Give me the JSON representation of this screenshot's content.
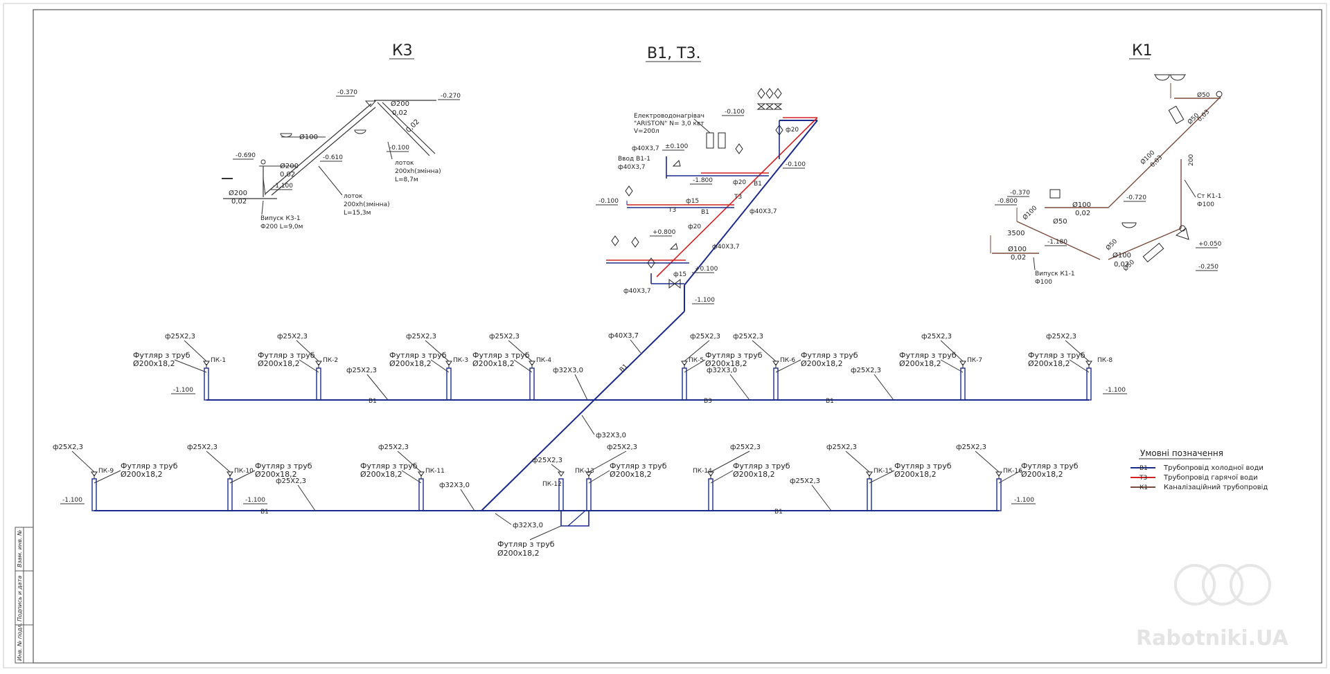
{
  "titles": {
    "k3": "К3",
    "b1t3": "В1,   Т3.",
    "k1": "К1"
  },
  "colors": {
    "cold": "#1a2a8c",
    "hot": "#d42020",
    "sewer": "#7a4a3a",
    "line": "#333333"
  },
  "k3": {
    "levels": [
      "-0.370",
      "-0.270",
      "-0.690",
      "-0.610",
      "-1.100",
      "-0.100"
    ],
    "dims": [
      "Ø200",
      "0,02",
      "Ø100",
      "Ø200",
      "0,02",
      "Ø200",
      "0,02",
      "0,02"
    ],
    "lotok1": [
      "лоток",
      "200xh(змінна)",
      "L=15,3м"
    ],
    "lotok2": [
      "лоток",
      "200xh(змінна)",
      "L=8,7м"
    ],
    "outlet": [
      "Випуск К3-1",
      "Ф200 L=9,0м"
    ]
  },
  "b1": {
    "heater": [
      "Електроводонагрівач",
      "\"ARISTON\" N= 3,0 квт",
      "V=200л"
    ],
    "inlet": [
      "ф40Х3,7",
      "Ввод В1-1",
      "ф40Х3,7"
    ],
    "levels": [
      "-0.100",
      "±0.100",
      "-0.100",
      "-1.800",
      "-0.100",
      "+0.800",
      "+0.100",
      "-1.100"
    ],
    "dims": [
      "ф20",
      "ф20",
      "ф15",
      "ф40Х3,7",
      "ф20",
      "ф40Х3,7",
      "ф15",
      "ф40Х3,7",
      "Т3",
      "В1",
      "Т3",
      "В1"
    ]
  },
  "k1": {
    "levels": [
      "-0.370",
      "-0.800",
      "-0.720",
      "-1.180",
      "+0.050",
      "-0.250"
    ],
    "dims": [
      "Ø50",
      "Ø50",
      "0,03",
      "Ø100",
      "0,03",
      "Ø100",
      "0,02",
      "Ø100",
      "Ø50",
      "3500",
      "Ø100",
      "0,02",
      "Ø50",
      "Ø100",
      "0,02",
      "Ø50",
      "200"
    ],
    "riser": [
      "Ст К1-1",
      "Ф100"
    ],
    "outlet": [
      "Випуск К1-1",
      "Ф100"
    ]
  },
  "row1": {
    "level_left": "-1.100",
    "level_right": "-1.100",
    "units": [
      {
        "pk": "ПК-1",
        "pipe": "ф25Х2,3",
        "case1": "Футляр з труб",
        "case2": "Ø200х18,2"
      },
      {
        "pk": "ПК-2",
        "pipe": "ф25Х2,3",
        "case1": "Футляр з труб",
        "case2": "Ø200х18,2"
      },
      {
        "pk": "ПК-3",
        "pipe": "ф25Х2,3",
        "case1": "Футляр з труб",
        "case2": "Ø200х18,2"
      },
      {
        "pk": "ПК-4",
        "pipe": "ф25Х2,3",
        "case1": "Футляр з труб",
        "case2": "Ø200х18,2"
      },
      {
        "pk": "ПК-5",
        "pipe": "ф25Х2,3",
        "case1": "Футляр з труб",
        "case2": "Ø200х18,2"
      },
      {
        "pk": "ПК-6",
        "pipe": "ф25Х2,3",
        "case1": "Футляр з труб",
        "case2": "Ø200х18,2"
      },
      {
        "pk": "ПК-7",
        "pipe": "ф25Х2,3",
        "case1": "Футляр з труб",
        "case2": "Ø200х18,2"
      },
      {
        "pk": "ПК-8",
        "pipe": "ф25Х2,3",
        "case1": "Футляр з труб",
        "case2": "Ø200х18,2"
      }
    ],
    "branch_labels": [
      "ф25Х2,3",
      "ф32Х3,0",
      "ф32Х3,0",
      "ф25Х2,3",
      "ф40Х3,7",
      "ф32Х3,0"
    ],
    "line_marks": [
      "В1",
      "В3",
      "В1",
      "В1"
    ]
  },
  "row2": {
    "level_left": "-1.100",
    "level_mid": "-1.100",
    "level_right": "-1.100",
    "units": [
      {
        "pk": "ПК-9",
        "pipe": "ф25Х2,3",
        "case1": "Футляр з труб",
        "case2": "Ø200х18,2"
      },
      {
        "pk": "ПК-10",
        "pipe": "ф25Х2,3",
        "case1": "Футляр з труб",
        "case2": "Ø200х18,2"
      },
      {
        "pk": "ПК-11",
        "pipe": "ф25Х2,3",
        "case1": "Футляр з труб",
        "case2": "Ø200х18,2"
      },
      {
        "pk": "ПК-12",
        "pipe": "ф25Х2,3",
        "case1": "Футляр з труб",
        "case2": "Ø200х18,2"
      },
      {
        "pk": "ПК-13",
        "pipe": "ф25Х2,3",
        "case1": "Футляр з труб",
        "case2": "Ø200х18,2"
      },
      {
        "pk": "ПК-14",
        "pipe": "ф25Х2,3",
        "case1": "Футляр з труб",
        "case2": "Ø200х18,2"
      },
      {
        "pk": "ПК-15",
        "pipe": "ф25Х2,3",
        "case1": "Футляр з труб",
        "case2": "Ø200х18,2"
      },
      {
        "pk": "ПК-16",
        "pipe": "ф25Х2,3",
        "case1": "Футляр з труб",
        "case2": "Ø200х18,2"
      }
    ],
    "branch_labels": [
      "ф25Х2,3",
      "ф32Х3,0",
      "ф32Х3,0",
      "ф25Х2,3"
    ],
    "line_marks": [
      "В1",
      "В1"
    ]
  },
  "legend": {
    "title": "Умовні позначення",
    "items": [
      {
        "code": "В1",
        "label": "Трубопровід холодної води"
      },
      {
        "code": "Т3",
        "label": "Трубопровід гарячої води"
      },
      {
        "code": "К1",
        "label": "Каналізаційний трубопровід"
      }
    ]
  },
  "stamp": {
    "cells": [
      "Взам. инв. №",
      "Подпись и дата",
      "Инв. № подл."
    ]
  },
  "watermark": "Rabotniki.UA"
}
